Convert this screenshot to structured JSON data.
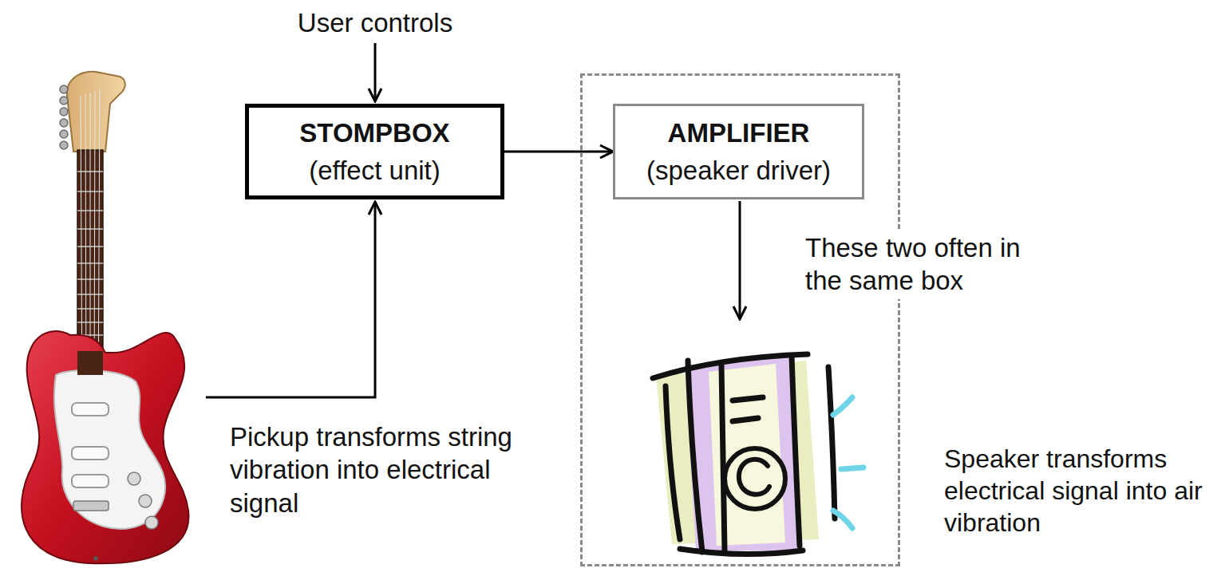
{
  "diagram": {
    "nodes": [
      {
        "text": [
          "STOMPBOX",
          "(effect unit)"
        ]
      },
      {
        "text": [
          "These two often in the same box"
        ]
      },
      {
        "text": [
          "AMPLIFIER",
          "(speaker driver)"
        ],
        "in": 1
      }
    ],
    "edges": [
      {
        "from": 0,
        "to": 2,
        "arrow": "to"
      }
    ],
    "labels": [
      "User controls",
      "Pickup transforms string vibration into electrical signal",
      "Speaker transforms electrical signal into air vibration"
    ]
  }
}
